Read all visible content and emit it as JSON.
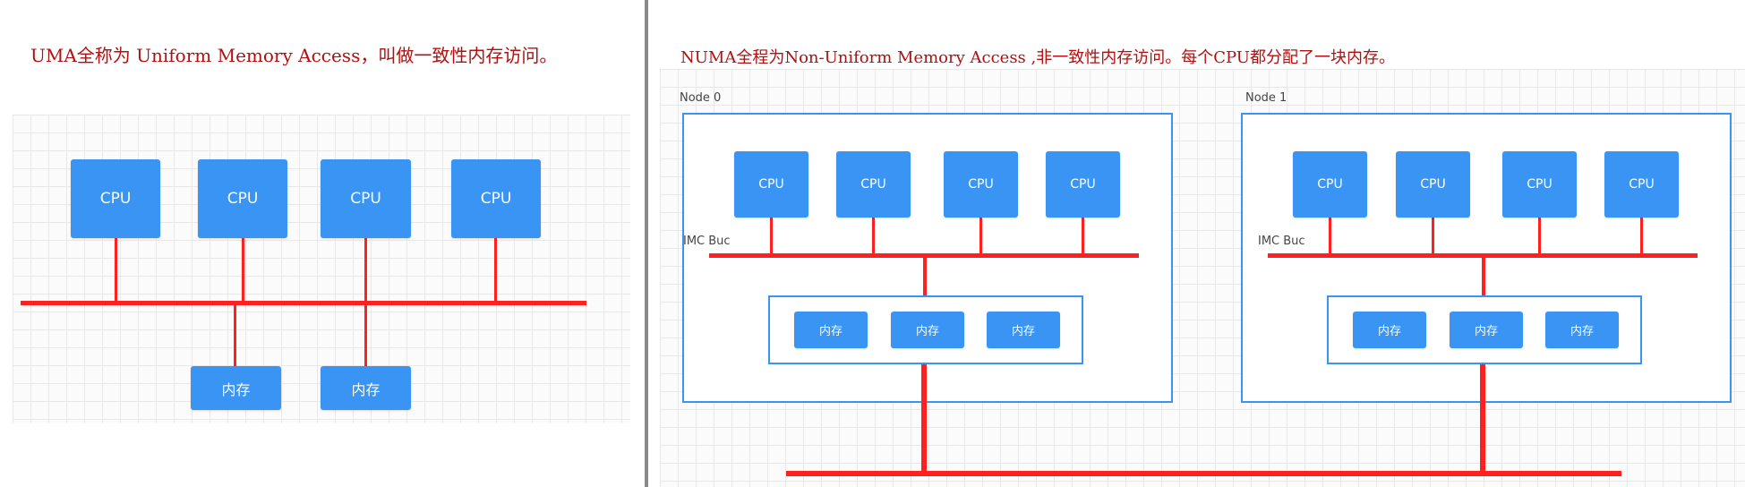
{
  "uma": {
    "caption": "UMA全称为 Uniform Memory Access，叫做一致性内存访问。",
    "cpus": [
      "CPU",
      "CPU",
      "CPU",
      "CPU"
    ],
    "memories": [
      "内存",
      "内存"
    ]
  },
  "numa": {
    "caption": "NUMA全程为Non-Uniform Memory Access ,非一致性内存访问。每个CPU都分配了一块内存。",
    "nodes": [
      {
        "name": "Node 0",
        "bus_label": "IMC Buc",
        "cpus": [
          "CPU",
          "CPU",
          "CPU",
          "CPU"
        ],
        "memories": [
          "内存",
          "内存",
          "内存"
        ]
      },
      {
        "name": "Node 1",
        "bus_label": "IMC Buc",
        "cpus": [
          "CPU",
          "CPU",
          "CPU",
          "CPU"
        ],
        "memories": [
          "内存",
          "内存",
          "内存"
        ]
      }
    ]
  },
  "colors": {
    "caption": "#b01010",
    "box": "#3a94f3",
    "bus": "#ff2020",
    "divider": "#8a8a8a"
  }
}
